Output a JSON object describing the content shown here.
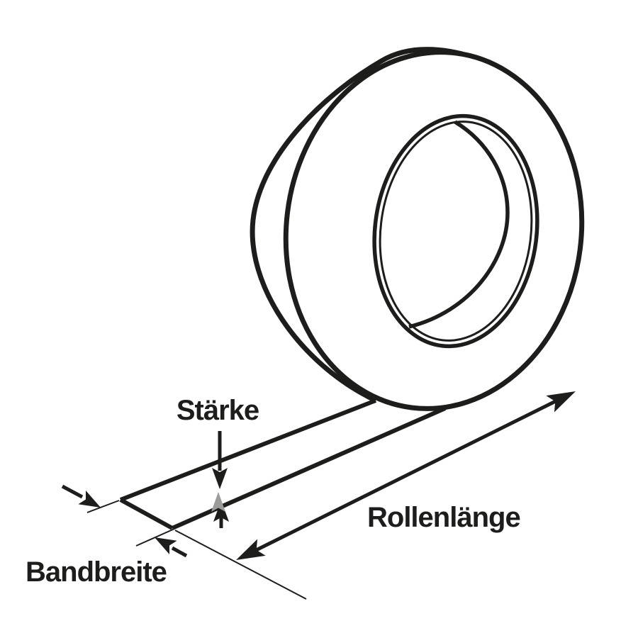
{
  "diagram": {
    "labels": {
      "thickness": "Stärke",
      "band_width": "Bandbreite",
      "roll_length": "Rollenlänge"
    },
    "colors": {
      "line": "#1d1d1b",
      "muted_arrow": "#9b9b9a",
      "background": "#ffffff"
    }
  }
}
